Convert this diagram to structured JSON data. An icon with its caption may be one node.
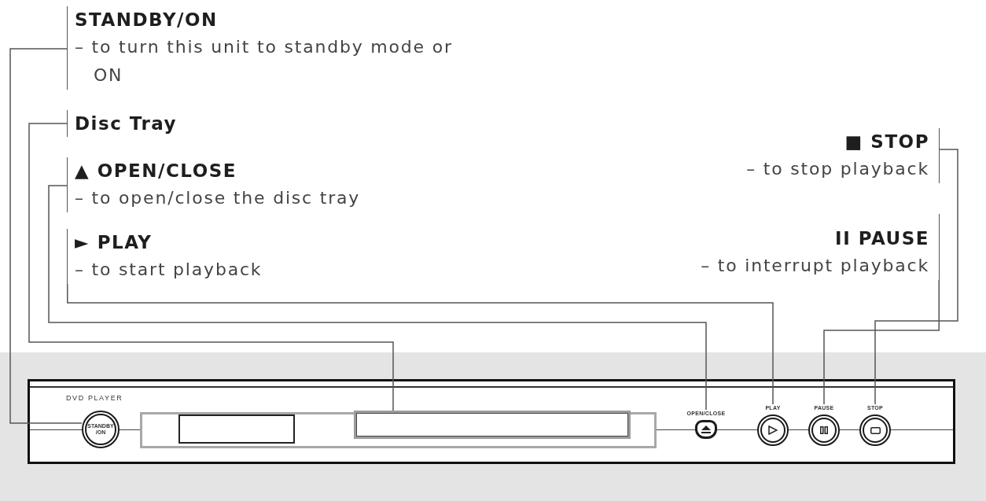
{
  "diagram": {
    "nodes": [
      {
        "text": [
          "STANDBY/ON",
          "– to turn this unit to standby mode or ON"
        ]
      },
      {
        "text": [
          "Disc Tray"
        ]
      },
      {
        "text": [
          "■ STOP",
          "– to stop playback"
        ]
      },
      {
        "text": [
          "▲ OPEN/CLOSE",
          "– to open/close the disc tray"
        ]
      },
      {
        "text": [
          "► PLAY",
          "– to start playback"
        ]
      },
      {
        "text": [
          "II PAUSE",
          "– to interrupt playback"
        ]
      },
      {
        "text": [
          "DVD PLAYER"
        ]
      },
      {
        "text": [
          "STANDBY /ON"
        ],
        "in": 6
      },
      {
        "text": [],
        "shape": "box",
        "in": 6
      },
      {
        "text": [
          "OPEN/CLOSE"
        ],
        "in": 6
      },
      {
        "text": [
          "PLAY"
        ],
        "in": 6
      },
      {
        "text": [
          "PAUSE"
        ],
        "in": 6
      },
      {
        "text": [
          "STOP"
        ],
        "in": 6
      }
    ],
    "edges": [
      {
        "from": 0,
        "to": 7,
        "arrow": "none"
      },
      {
        "from": 1,
        "to": 8,
        "arrow": "none"
      },
      {
        "from": 2,
        "to": 12,
        "arrow": "none"
      },
      {
        "from": 3,
        "to": 9,
        "arrow": "none"
      },
      {
        "from": 4,
        "to": 10,
        "arrow": "none"
      },
      {
        "from": 5,
        "to": 11,
        "arrow": "none"
      }
    ]
  }
}
